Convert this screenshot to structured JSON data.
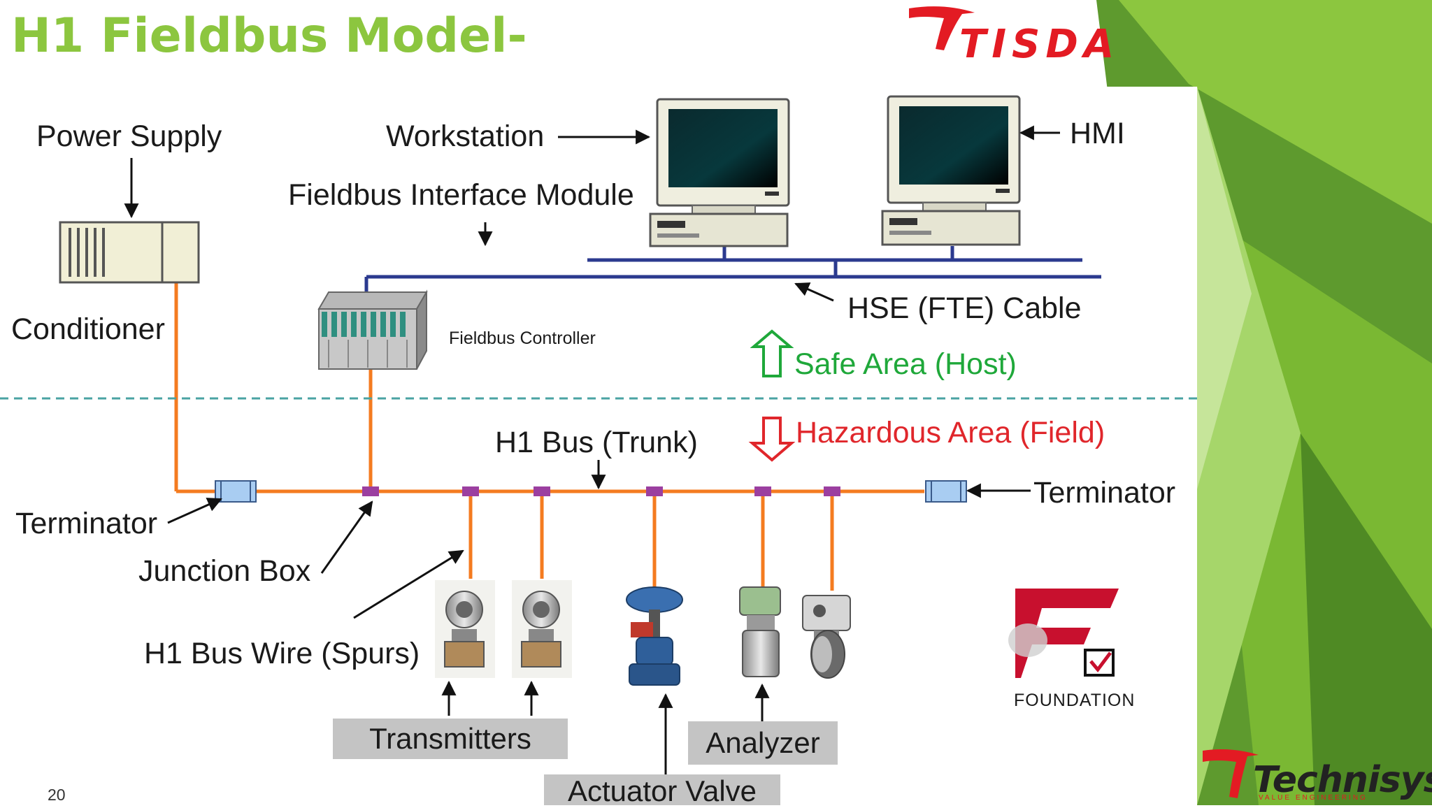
{
  "slide": {
    "title": "H1 Fieldbus Model-",
    "page_number": "20"
  },
  "logos": {
    "top": "TISDA",
    "foundation": "FOUNDATION",
    "brand": "Technisys",
    "brand_tagline": "VALUE ENGINEERING"
  },
  "diagram": {
    "labels": {
      "power_supply": "Power Supply",
      "workstation": "Workstation",
      "hmi": "HMI",
      "fim": "Fieldbus Interface Module",
      "hse_cable": "HSE (FTE) Cable",
      "conditioner": "Conditioner",
      "controller": "Fieldbus Controller",
      "safe_area": "Safe Area (Host)",
      "hazardous_area": "Hazardous Area (Field)",
      "trunk": "H1 Bus (Trunk)",
      "terminator_left": "Terminator",
      "terminator_right": "Terminator",
      "junction_box": "Junction Box",
      "spurs": "H1 Bus Wire (Spurs)",
      "transmitters": "Transmitters",
      "analyzer": "Analyzer",
      "actuator_valve": "Actuator Valve"
    }
  },
  "colors": {
    "title_green": "#8cc63f",
    "orange_bus": "#f47b20",
    "hse_blue": "#2b3a8f",
    "safe_green": "#1fa83a",
    "hazard_red": "#e0262b",
    "divider": "#4aa3a3"
  }
}
